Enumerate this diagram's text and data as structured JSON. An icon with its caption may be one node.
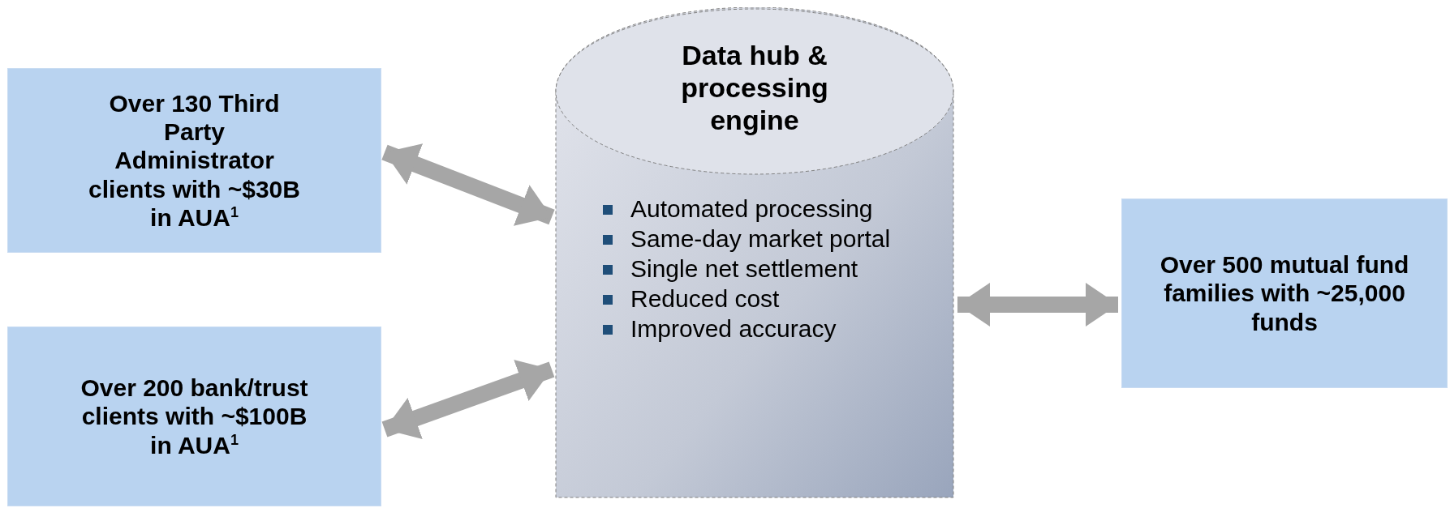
{
  "diagram": {
    "nodes": [
      {
        "text": [
          "Over 130 Third Party Administrator clients with ~$30B in AUA$^{1}$"
        ]
      },
      {
        "text": [
          "Over 200 bank/trust clients with ~$100B in AUA$^{1}$"
        ]
      },
      {
        "text": [
          "Data hub & processing engine",
          "Automated processing",
          "Same-day market portal",
          "Single net settlement",
          "Reduced cost",
          "Improved accuracy"
        ]
      },
      {
        "text": [
          "Over 500 mutual fund families with ~25,000 funds"
        ]
      }
    ],
    "edges": [
      {
        "from": 0,
        "to": 2,
        "arrow": "both"
      },
      {
        "from": 1,
        "to": 2,
        "arrow": "both"
      },
      {
        "from": 2,
        "to": 3,
        "arrow": "both"
      }
    ]
  }
}
